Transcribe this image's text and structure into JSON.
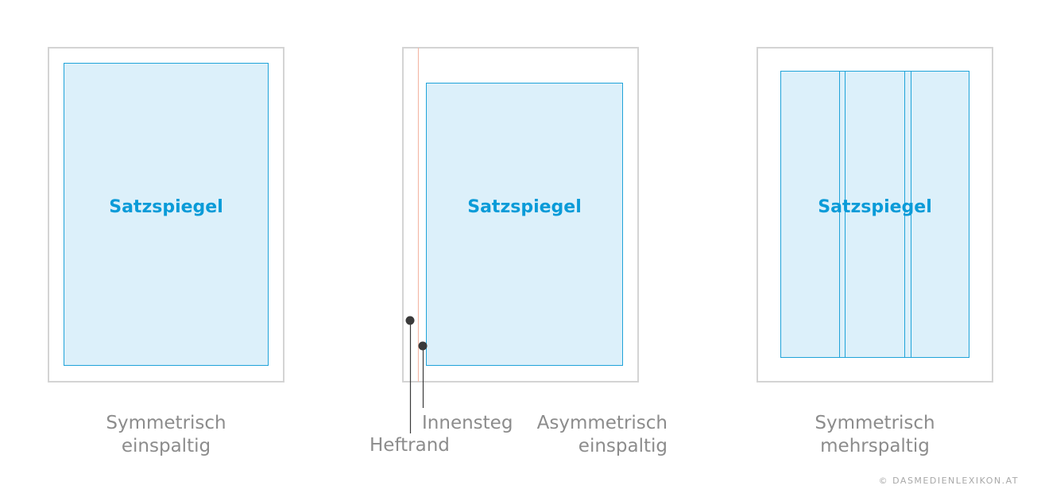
{
  "diagrams": [
    {
      "area_label": "Satzspiegel",
      "caption_line1": "Symmetrisch",
      "caption_line2": "einspaltig"
    },
    {
      "area_label": "Satzspiegel",
      "caption_line1": "Asymmetrisch",
      "caption_line2": "einspaltig",
      "callouts": {
        "inner": "Innensteg",
        "binding": "Heftrand"
      }
    },
    {
      "area_label": "Satzspiegel",
      "caption_line1": "Symmetrisch",
      "caption_line2": "mehrspaltig"
    }
  ],
  "colors": {
    "page_border": "#d4d4d4",
    "area_fill": "#dcf0fa",
    "area_border": "#1fa3d9",
    "label": "#0a9bd8",
    "binding_line": "#f4b9a8",
    "text": "#8c8c8c"
  },
  "copyright": "© DASMEDIENLEXIKON.AT"
}
